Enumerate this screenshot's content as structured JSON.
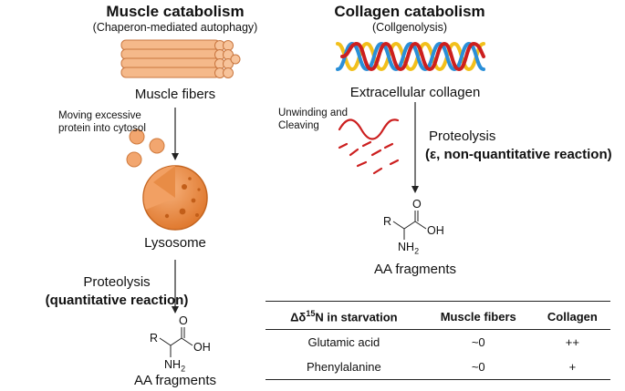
{
  "left": {
    "title": "Muscle catabolism",
    "subtitle": "(Chaperon-mediated autophagy)",
    "fibers_label": "Muscle fibers",
    "moving_note": "Moving excessive protein into cytosol",
    "lysosome_label": "Lysosome",
    "proteolysis": "Proteolysis",
    "reaction": "(quantitative reaction)",
    "fragments": "AA fragments"
  },
  "right": {
    "title": "Collagen catabolism",
    "subtitle": "(Collgenolysis)",
    "collagen_label": "Extracellular collagen",
    "unwinding_note": "Unwinding and Cleaving",
    "proteolysis": "Proteolysis",
    "reaction": "(ε, non-quantitative reaction)",
    "fragments": "AA fragments"
  },
  "molecule": {
    "r": "R",
    "o": "O",
    "oh": "OH",
    "nh2": "NH2"
  },
  "table": {
    "headers": [
      "Δδ15N in starvation",
      "Muscle fibers",
      "Collagen"
    ],
    "rows": [
      [
        "Glutamic acid",
        "~0",
        "++"
      ],
      [
        "Phenylalanine",
        "~0",
        "+"
      ]
    ]
  },
  "colors": {
    "muscle": "#f0a26c",
    "lysosome": "#e6863e",
    "helix_red": "#cc1f1f",
    "helix_blue": "#2a8fd8",
    "helix_yellow": "#f2c01c"
  }
}
